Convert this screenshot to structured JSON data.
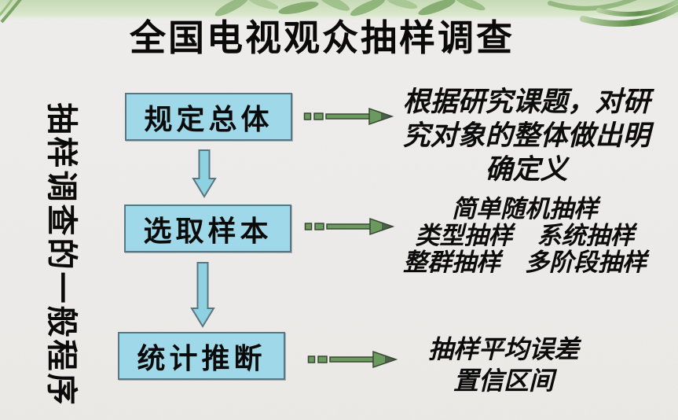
{
  "slide": {
    "title": "全国电视观众抽样调查",
    "side_label": "抽样调查的一般程序"
  },
  "flow": {
    "steps": [
      {
        "box_label": "规定总体",
        "desc_lines": [
          "根据研究课题，对研",
          "究对象的整体做出明",
          "确定义"
        ]
      },
      {
        "box_label": "选取样本",
        "desc_lines": [
          "简单随机抽样",
          "类型抽样　系统抽样",
          "整群抽样　多阶段抽样"
        ]
      },
      {
        "box_label": "统计推断",
        "desc_lines": [
          "抽样平均误差",
          "置信区间"
        ]
      }
    ]
  },
  "icons": {
    "down_arrow": "block-down-arrow-icon",
    "right_arrow": "dashed-right-arrow-icon",
    "header_leaves": "leaf-decoration-icon",
    "header_swirl": "fern-swirl-icon"
  },
  "colors": {
    "background_paper": "#eeedea",
    "header_band_green": "#c9dcba",
    "leaf_green_dark": "#7ba566",
    "leaf_green_light": "#a9c794",
    "box_fill": "#9fd8e8",
    "box_border": "#587684",
    "down_arrow_fill": "#8ed2e2",
    "down_arrow_border": "#5a7480",
    "flow_arrow_green": "#6b9a5f",
    "flow_arrow_outline": "#3a4633",
    "text": "#000000"
  }
}
